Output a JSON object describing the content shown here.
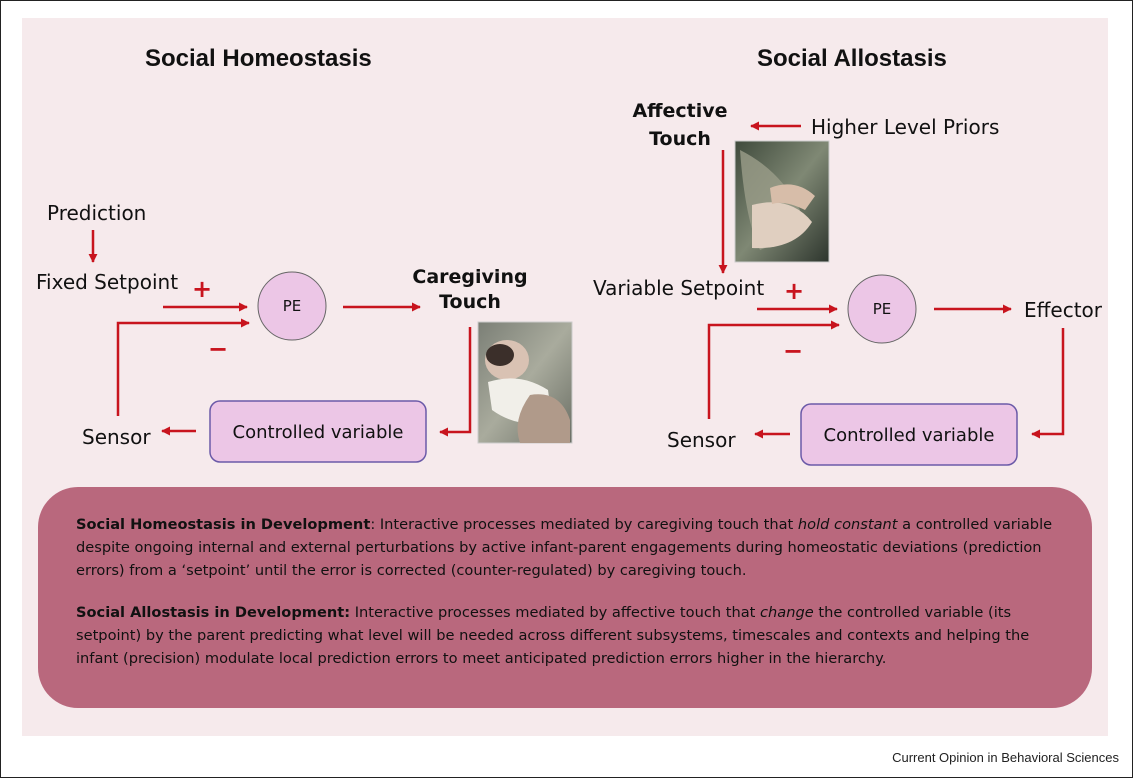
{
  "left": {
    "title": "Social Homeostasis",
    "prediction": "Prediction",
    "setpoint": "Fixed Setpoint",
    "plus": "+",
    "minus": "−",
    "pe": "PE",
    "effector_line1": "Caregiving",
    "effector_line2": "Touch",
    "controlled": "Controlled variable",
    "sensor": "Sensor"
  },
  "right": {
    "title": "Social Allostasis",
    "touch_line1": "Affective",
    "touch_line2": "Touch",
    "priors": "Higher Level Priors",
    "setpoint": "Variable Setpoint",
    "plus": "+",
    "minus": "−",
    "pe": "PE",
    "effector": "Effector",
    "controlled": "Controlled variable",
    "sensor": "Sensor"
  },
  "summary": {
    "homeo_term": "Social Homeostasis in Development",
    "homeo_text_a": ": Interactive processes mediated by caregiving touch that ",
    "homeo_em": "hold constant",
    "homeo_text_b": " a controlled variable despite ongoing internal and external perturbations by active infant-parent engagements during homeostatic deviations (prediction errors) from a ‘setpoint’ until the error is corrected (counter-regulated) by caregiving touch.",
    "allo_term": "Social Allostasis in Development:",
    "allo_text_a": " Interactive processes mediated by affective touch that ",
    "allo_em": "change",
    "allo_text_b": " the controlled variable (its setpoint) by the parent predicting what level will be needed across different subsystems, timescales and contexts and helping the infant (precision) modulate local prediction errors to meet anticipated prediction errors higher in the hierarchy."
  },
  "credit": "Current Opinion in Behavioral Sciences",
  "colors": {
    "panel": "#f6eaec",
    "arrow": "#c8141e",
    "node_fill": "#ecc6e6",
    "box_fill": "#ecc6e6",
    "summary_fill": "#b9687d"
  }
}
